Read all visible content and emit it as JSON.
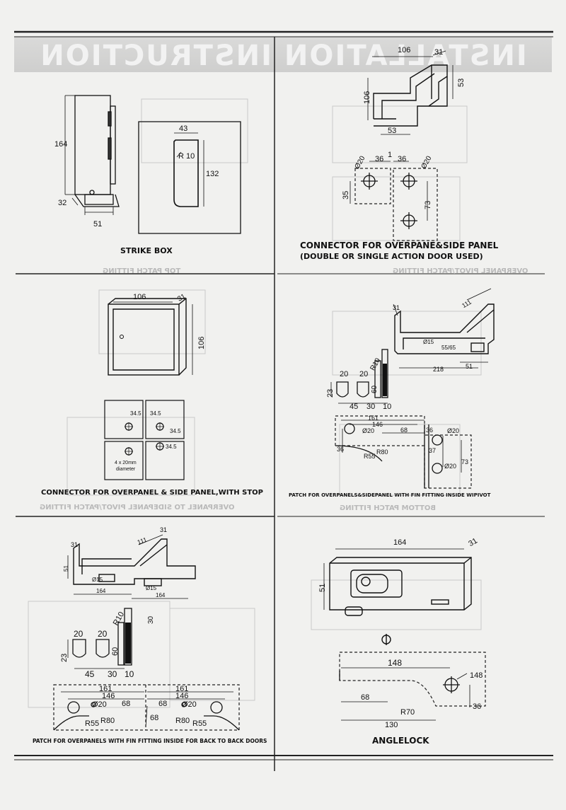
{
  "header": {
    "title": "INSTALLATION INSTRUCTION"
  },
  "panels": {
    "strike_box": {
      "caption": "STRIKE BOX",
      "dims": {
        "height": "164",
        "depth": "32",
        "width": "51",
        "slot_width": "43",
        "radius": "R 10",
        "slot_height": "132"
      }
    },
    "connector_overpane": {
      "caption_line1": "CONNECTOR FOR OVERPANE&SIDE PANEL",
      "caption_line2": "(DOUBLE OR SINGLE ACTION DOOR USED)",
      "dims": {
        "top_width": "106",
        "top_depth": "31",
        "left_height": "106",
        "right_height": "53",
        "bottom_width": "53",
        "offset": "1",
        "hole_a": "36",
        "hole_b": "36",
        "dia_a": "Ø20",
        "dia_b": "Ø20",
        "vert_a": "35",
        "vert_b": "73"
      }
    },
    "connector_stop": {
      "caption": "CONNECTOR FOR OVERPANEL & SIDE PANEL,WITH STOP",
      "dims": {
        "width": "106",
        "depth": "31",
        "height": "106",
        "hole_a": "34.5",
        "hole_b": "34.5",
        "hole_c": "34.5",
        "hole_d": "34.5",
        "note_line1": "4 x 20mm",
        "note_line2": "diameter"
      }
    },
    "patch_pivot": {
      "caption": "PATCH FOR OVERPANELS&SIDEPANEL WITH FIN FITTING INSIDE WIPIVOT",
      "dims": {
        "depth_a": "31",
        "length_a": "111",
        "dia_15": "Ø15",
        "ratio": "55/65",
        "total_length": "218",
        "end_width": "51",
        "hole_w1": "20",
        "hole_w2": "20",
        "hole_h": "23",
        "radius": "R10",
        "height_60": "60",
        "offset_45": "45",
        "offset_30": "30",
        "thickness": "10",
        "top_161": "161",
        "top_146": "146",
        "mid_68": "68",
        "mid_36": "36",
        "dia_20a": "Ø20",
        "dia_20b": "Ø20",
        "left_36": "36",
        "r80": "R80",
        "r55": "R55",
        "v37": "37",
        "v73": "73",
        "dia_20c": "Ø20"
      }
    },
    "patch_back": {
      "caption": "PATCH FOR OVERPANELS WITH FIN FITTING INSIDE FOR BACK TO BACK DOORS",
      "dims": {
        "depth_31a": "31",
        "length_111": "111",
        "depth_31b": "31",
        "side_51": "51",
        "dia_15a": "Ø15",
        "dia_15b": "Ø15",
        "len_164a": "164",
        "len_164b": "164",
        "hole_20a": "20",
        "hole_20b": "20",
        "radius": "R10",
        "height_60": "60",
        "v23": "23",
        "v30": "30",
        "off_45": "45",
        "off_30": "30",
        "thick_10": "10",
        "l161": "161",
        "l146": "146",
        "l68a": "68",
        "dia_20l": "Ø20",
        "r161": "161",
        "r146": "146",
        "r68b": "68",
        "dia_20r": "Ø20",
        "l_r55": "R55",
        "l_r80": "R80",
        "c68": "68",
        "r_r80": "R80",
        "r_r55": "R55"
      }
    },
    "anglelock": {
      "caption": "ANGLELOCK",
      "dims": {
        "length": "164",
        "depth": "31",
        "height": "51",
        "w148a": "148",
        "w148b": "148",
        "w68": "68",
        "r70": "R70",
        "w130": "130",
        "h36": "36"
      }
    }
  },
  "ghost_labels": {
    "top_left": "TOP PATCH FITTING",
    "top_right": "OVERPANEL PIVOT/PATCH FITTING",
    "mid_left": "OVERPANEL TO SIDEPANEL PIVOT/PATCH FITTING",
    "mid_right": "BOTTOM PATCH FITTING"
  }
}
